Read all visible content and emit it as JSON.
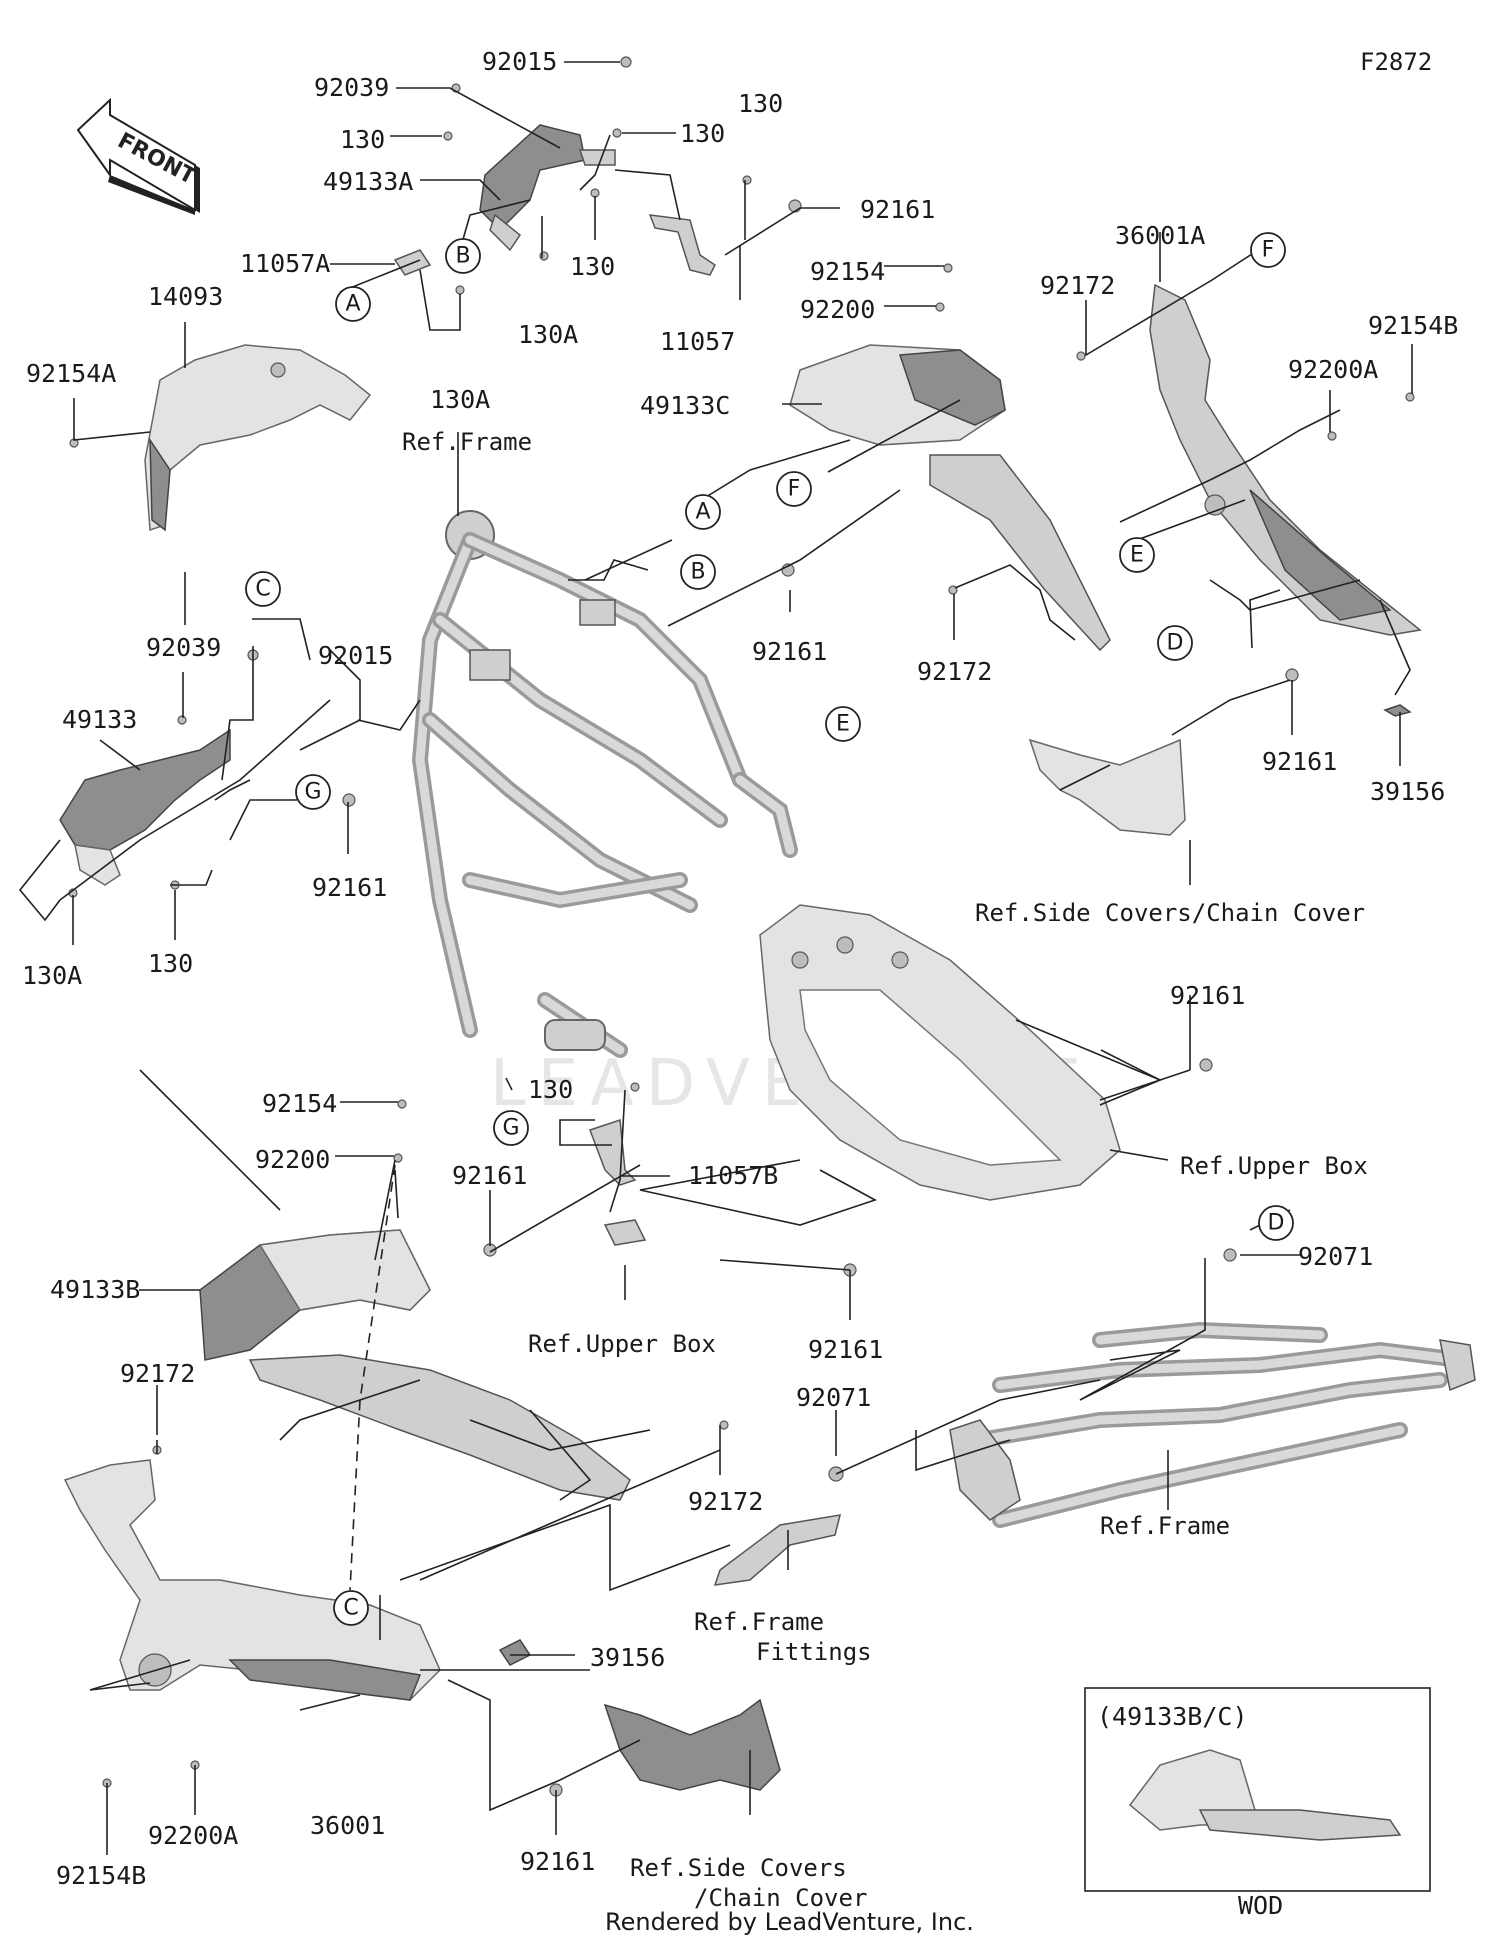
{
  "diagram_code": "F2872",
  "front_label": "FRONT",
  "watermark": "LEADVENTURE",
  "footer": "Rendered by LeadVenture, Inc.",
  "inset": {
    "title": "(49133B/C)",
    "caption": "WOD"
  },
  "callouts": [
    "A",
    "B",
    "C",
    "D",
    "E",
    "F",
    "G"
  ],
  "parts": {
    "p92015a": "92015",
    "p92039a": "92039",
    "p130a": "130",
    "p130b": "130",
    "p130c": "130",
    "p49133A": "49133A",
    "p11057A": "11057A",
    "p130d": "130",
    "p130Aa": "130A",
    "p130Ab": "130A",
    "p92161a": "92161",
    "p11057": "11057",
    "p14093": "14093",
    "p92154A": "92154A",
    "p92154a": "92154",
    "p92200a": "92200",
    "p49133C": "49133C",
    "p36001A": "36001A",
    "p92172a": "92172",
    "p92154B_top": "92154B",
    "p92200A_top": "92200A",
    "p92039b": "92039",
    "p92015b": "92015",
    "p49133": "49133",
    "p92161b": "92161",
    "p92161c": "92161",
    "p92172b": "92172",
    "p92161d": "92161",
    "p39156a": "39156",
    "p130Ac": "130A",
    "p130e": "130",
    "p92161e": "92161",
    "p92154b": "92154",
    "p92200b": "92200",
    "p130f": "130",
    "p92161f": "92161",
    "p11057B": "11057B",
    "p49133B": "49133B",
    "p92071a": "92071",
    "p92161g": "92161",
    "p92071b": "92071",
    "p92172c": "92172",
    "p92172d": "92172",
    "p39156b": "39156",
    "p92200A_bot": "92200A",
    "p36001": "36001",
    "p92154B_bot": "92154B",
    "p92161h": "92161"
  },
  "refs": {
    "frame_top": "Ref.Frame",
    "side_covers_top": "Ref.Side Covers/Chain Cover",
    "upper_box_right": "Ref.Upper Box",
    "upper_box_mid": "Ref.Upper Box",
    "frame_right": "Ref.Frame",
    "frame_fittings_1": "Ref.Frame",
    "frame_fittings_2": "Fittings",
    "side_covers_bot_1": "Ref.Side Covers",
    "side_covers_bot_2": "/Chain Cover"
  }
}
